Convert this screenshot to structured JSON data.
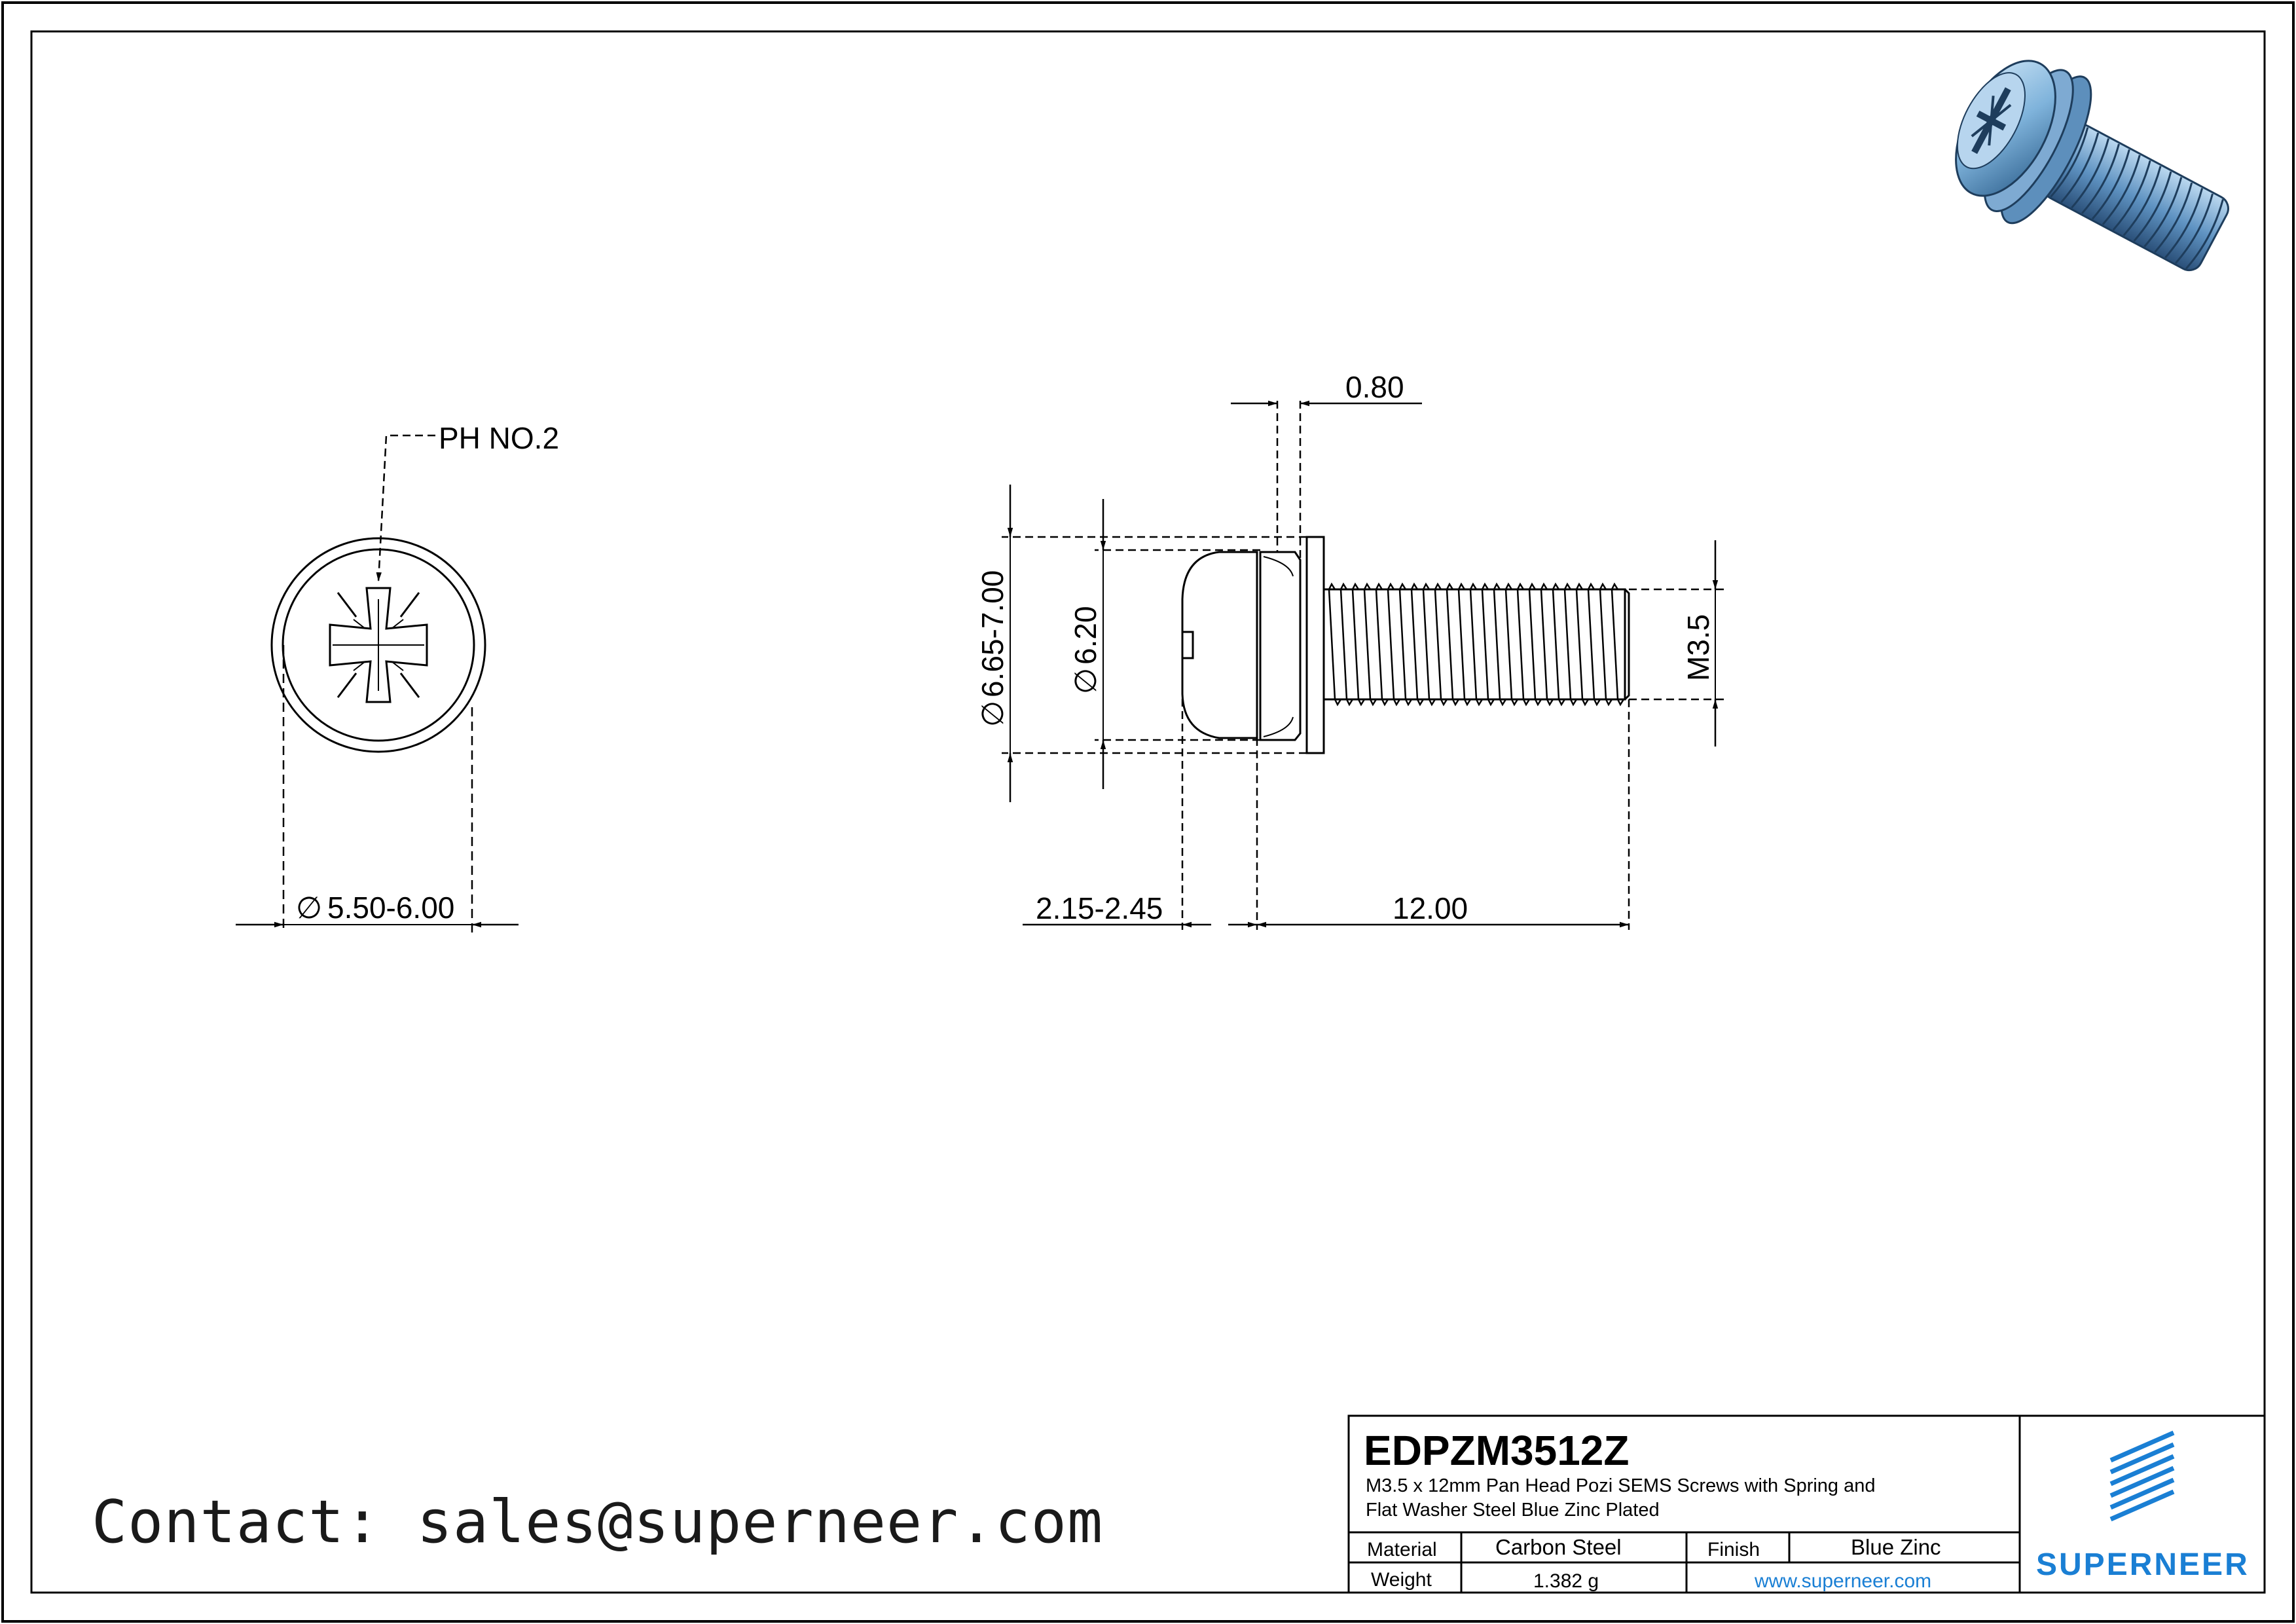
{
  "drawing": {
    "head_callout": "PH NO.2",
    "dims": {
      "head_diameter": "5.50-6.00",
      "washer_thickness": "0.80",
      "washer_diameter": "6.65-7.00",
      "spring_diameter": "6.20",
      "thread": "M3.5",
      "head_height": "2.15-2.45",
      "length": "12.00"
    },
    "diameter_symbol": "∅"
  },
  "title_block": {
    "part_number": "EDPZM3512Z",
    "description_line1": "M3.5 x 12mm Pan Head Pozi SEMS Screws with Spring and",
    "description_line2": "Flat Washer Steel Blue Zinc Plated",
    "material_label": "Material",
    "material_value": "Carbon Steel",
    "finish_label": "Finish",
    "finish_value": "Blue Zinc",
    "weight_label": "Weight",
    "weight_value": "1.382 g",
    "website": "www.superneer.com",
    "brand": "SUPERNEER",
    "brand_color": "#1a7fd4"
  },
  "contact": "Contact: sales@superneer.com",
  "icons": {
    "product_render": "screw-3d-render-icon",
    "logo": "superneer-logo-icon"
  }
}
